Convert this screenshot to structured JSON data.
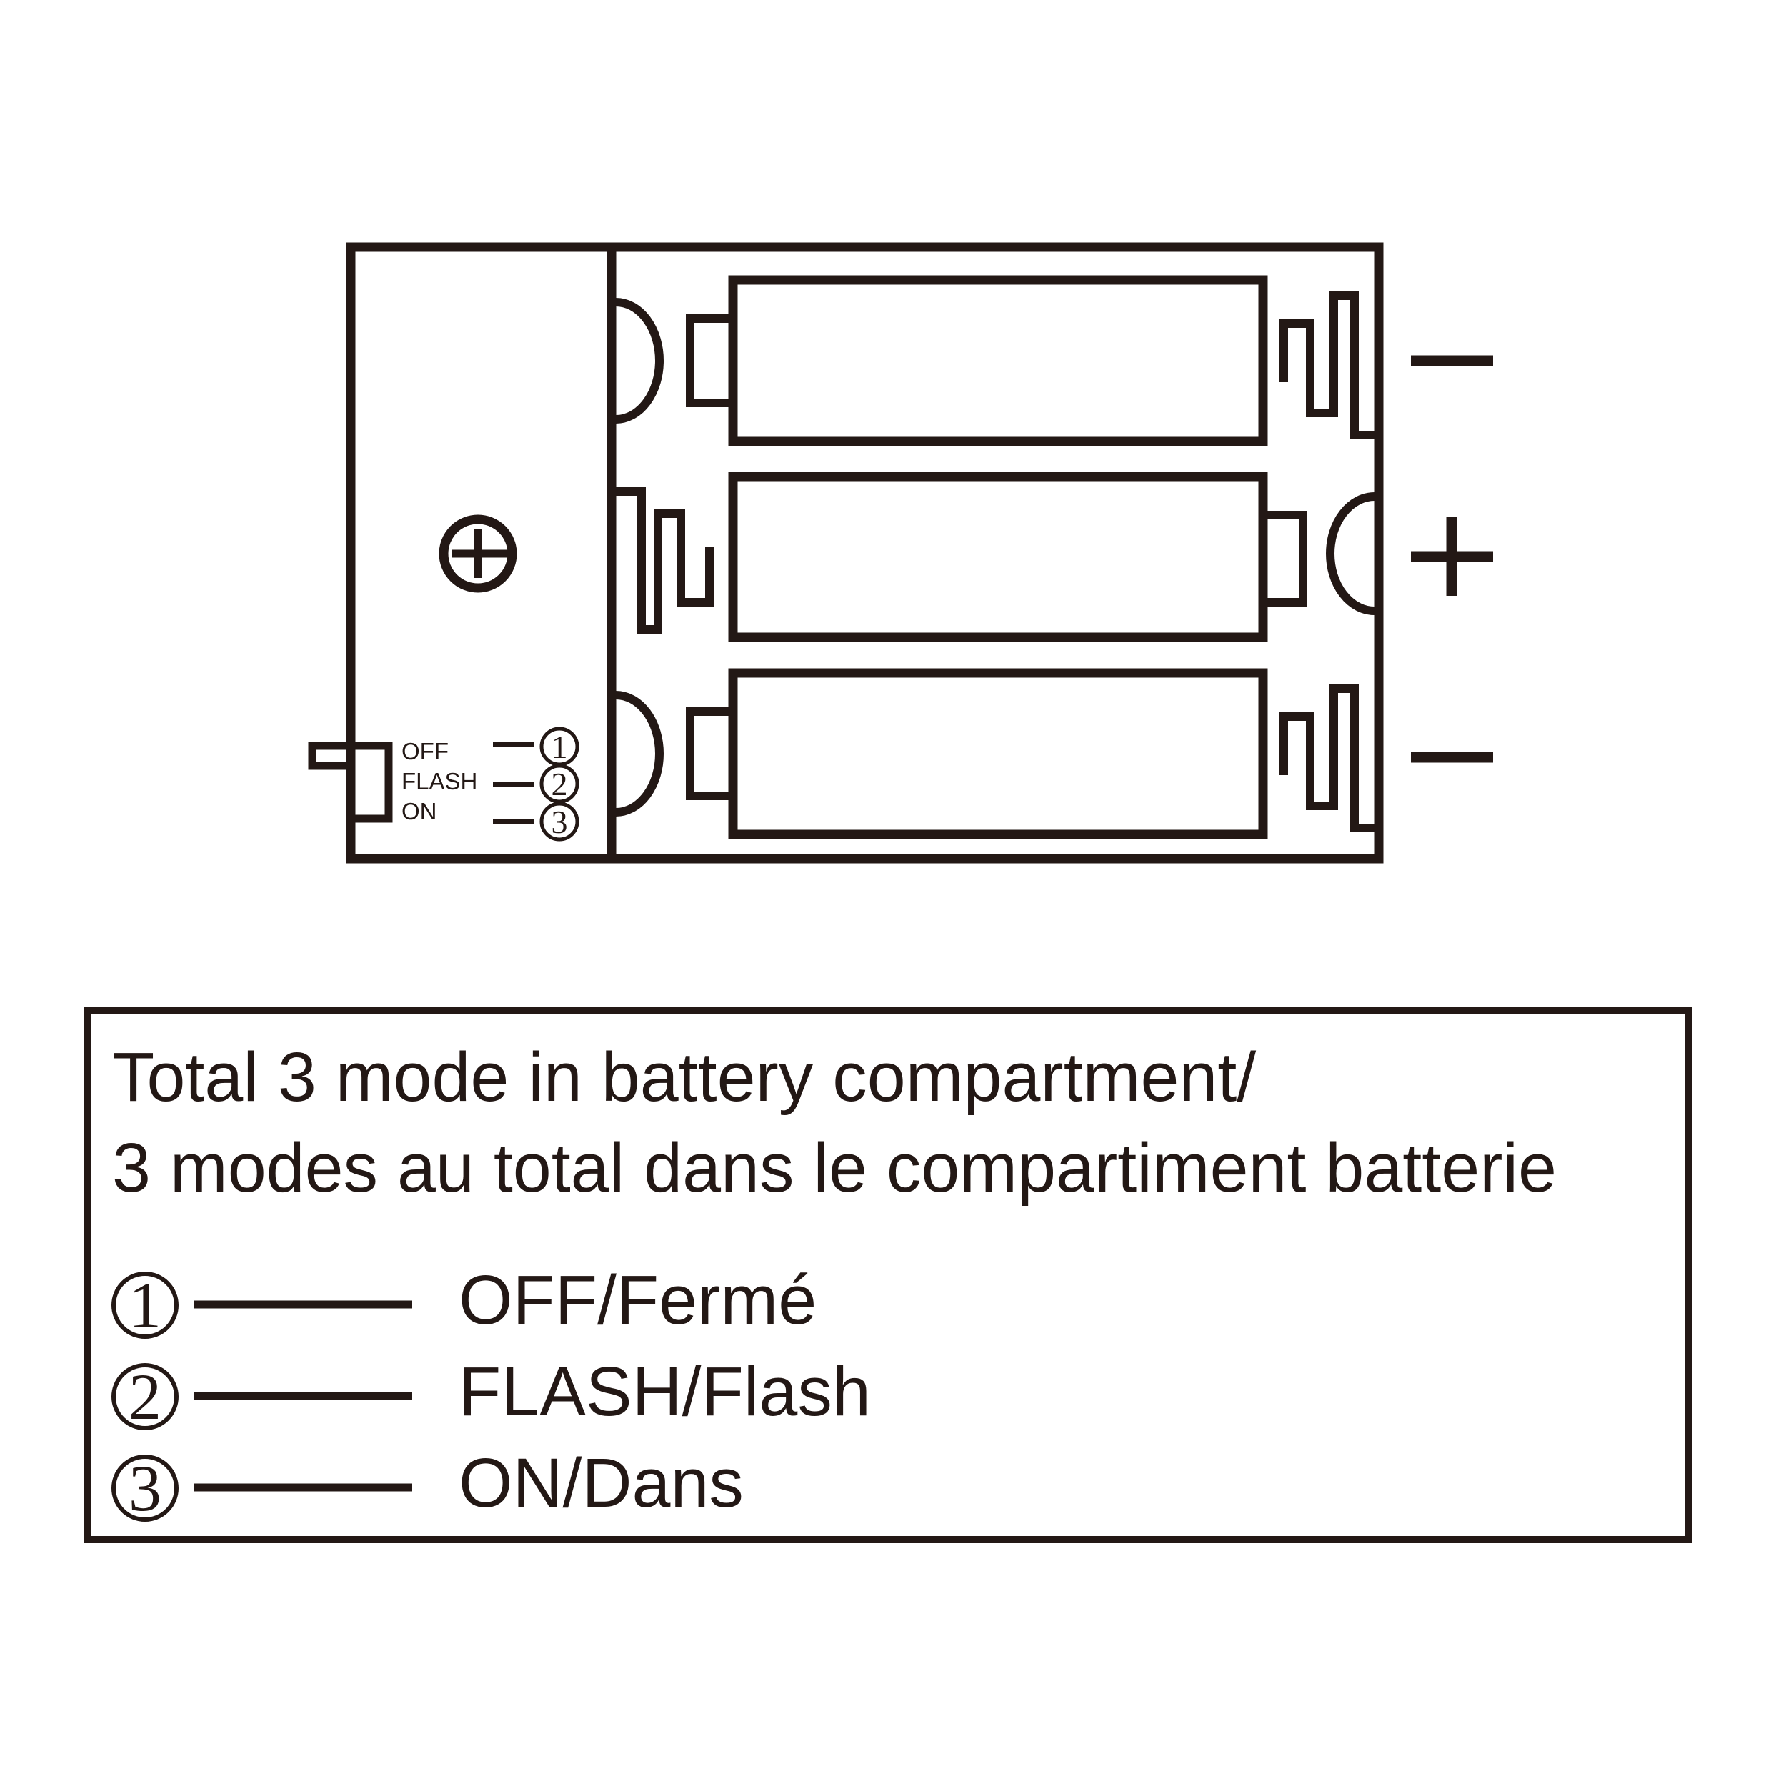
{
  "compartment": {
    "battery_count": 3,
    "screw_icon": "phillips-screw",
    "switch": {
      "labels": [
        "OFF",
        "FLASH",
        "ON"
      ],
      "callouts": [
        "1",
        "2",
        "3"
      ]
    },
    "polarity": {
      "top": "minus",
      "middle": "plus",
      "bottom": "minus"
    }
  },
  "legend": {
    "title_line1": "Total 3 mode in battery compartment/",
    "title_line2": "3 modes au total dans le compartiment batterie",
    "rows": [
      {
        "num": "1",
        "label": "OFF/Fermé"
      },
      {
        "num": "2",
        "label": "FLASH/Flash"
      },
      {
        "num": "3",
        "label": "ON/Dans"
      }
    ]
  },
  "colors": {
    "ink": "#231815",
    "background": "#ffffff"
  }
}
